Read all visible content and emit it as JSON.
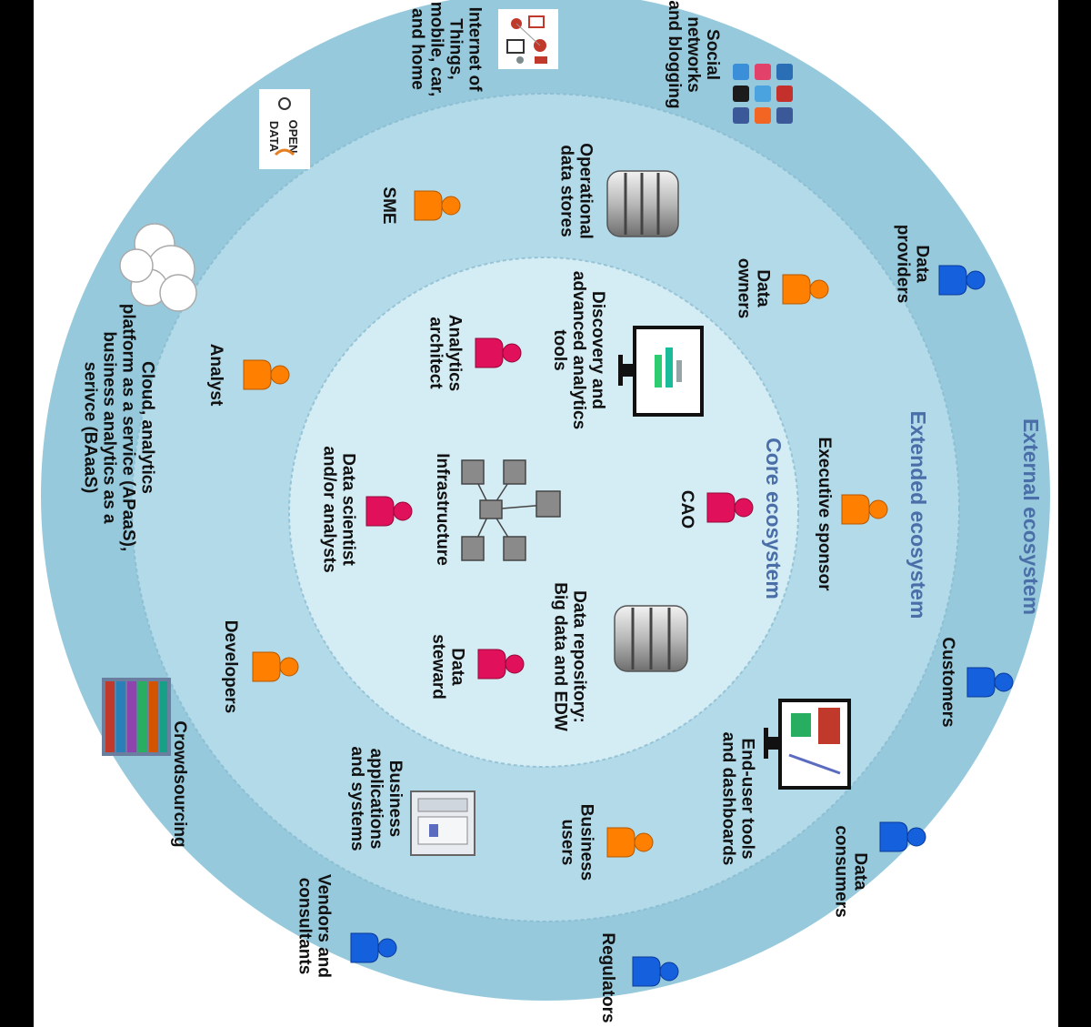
{
  "rings": {
    "external": "External ecosystem",
    "extended": "Extended ecosystem",
    "core": "Core ecosystem"
  },
  "colors": {
    "background": "#000000",
    "frame": "#ffffff",
    "external_ring": "#97c9dc",
    "extended_ring": "#b3dae8",
    "core_ring": "#d4ecf4",
    "external_actor": "#1560dd",
    "extended_actor": "#ff7f00",
    "core_actor": "#e0105a",
    "ring_title": "#4a6ea8"
  },
  "external_actors": {
    "data_providers": [
      "Data",
      "providers"
    ],
    "customers": [
      "Customers"
    ],
    "data_consumers": [
      "Data",
      "consumers"
    ],
    "regulators": [
      "Regulators"
    ],
    "vendors": [
      "Vendors and",
      "consultants"
    ]
  },
  "external_sources": {
    "social": [
      "Social",
      "networks",
      "and blogging"
    ],
    "iot": [
      "Internet of",
      "Things,",
      "mobile, car,",
      "and home"
    ],
    "cloud": [
      "Cloud, analytics",
      "platform as a service (APaaS),",
      "business analytics as a",
      "serivce (BAaaS)"
    ],
    "crowdsourcing": [
      "Crowdsourcing"
    ],
    "open_data_logo": [
      "OPEN",
      "DATA"
    ]
  },
  "extended_actors": {
    "data_owners": [
      "Data",
      "owners"
    ],
    "executive_sponsor": [
      "Executive sponsor"
    ],
    "business_users": [
      "Business",
      "users"
    ],
    "developers": [
      "Developers"
    ],
    "analyst": [
      "Analyst"
    ],
    "sme": [
      "SME"
    ]
  },
  "extended_systems": {
    "operational_stores": [
      "Operational",
      "data stores"
    ],
    "end_user_tools": [
      "End-user tools",
      "and dashboards"
    ],
    "business_apps": [
      "Business",
      "applications",
      "and systems"
    ]
  },
  "core_items": {
    "cao": [
      "CAO"
    ],
    "analytics_architect": [
      "Analytics",
      "architect"
    ],
    "data_steward": [
      "Data",
      "steward"
    ],
    "data_scientist": [
      "Data scientist",
      "and/or analysts"
    ],
    "discovery_tools": [
      "Discovery and",
      "advanced analytics",
      "tools"
    ],
    "data_repository": [
      "Data repository:",
      "Big data and EDW"
    ],
    "infrastructure": [
      "Infrastructure"
    ]
  }
}
